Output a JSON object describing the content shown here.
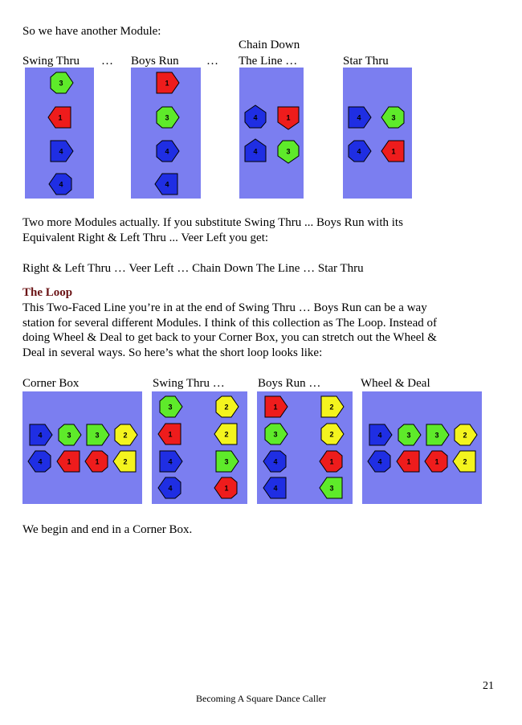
{
  "intro": "So we have another Module:",
  "module1": {
    "labels": {
      "swing": "Swing Thru",
      "dots1": "…",
      "boys": "Boys Run",
      "dots2": "…",
      "chain1": "Chain Down",
      "chain2": "The Line …",
      "star": "Star Thru"
    }
  },
  "para1": {
    "line1": "Two more Modules actually. If you substitute Swing Thru ... Boys Run with its",
    "line2": "Equivalent Right & Left Thru ... Veer Left you get:"
  },
  "sequence": "Right & Left Thru … Veer Left … Chain Down The Line … Star Thru",
  "loop": {
    "heading": "The Loop",
    "line1": "This Two-Faced Line you’re in at the end of Swing Thru … Boys Run can be a way",
    "line2": "station for several different Modules. I think of this collection as The Loop. Instead of",
    "line3": "doing Wheel & Deal to get back to your Corner Box, you can stretch out the Wheel &",
    "line4": "Deal in several ways. So here’s what the short loop looks like:"
  },
  "module2": {
    "labels": {
      "corner": "Corner Box",
      "swing": "Swing Thru …",
      "boys": "Boys Run …",
      "wheel": "Wheel & Deal"
    }
  },
  "closing": "We begin and end in a Corner Box.",
  "page_number": "21",
  "footer": "Becoming A Square Dance Caller",
  "colors": {
    "panel": "#7b7ef0",
    "red": "#ee1c1c",
    "green": "#5eea2a",
    "blue": "#1f2ee3",
    "yellow": "#f4f41e",
    "heading": "#6b1416"
  },
  "dancers": [
    {
      "n": "3",
      "c": "green",
      "s": "hex"
    },
    {
      "n": "1",
      "c": "red",
      "s": "square"
    },
    {
      "n": "4",
      "c": "blue",
      "s": "square"
    },
    {
      "n": "4",
      "c": "blue",
      "s": "hex"
    },
    {
      "n": "1",
      "c": "red",
      "s": "square"
    },
    {
      "n": "3",
      "c": "green",
      "s": "hex"
    },
    {
      "n": "4",
      "c": "blue",
      "s": "hex"
    },
    {
      "n": "4",
      "c": "blue",
      "s": "square"
    },
    {
      "n": "4",
      "c": "blue",
      "s": "hex"
    },
    {
      "n": "1",
      "c": "red",
      "s": "square"
    },
    {
      "n": "4",
      "c": "blue",
      "s": "square"
    },
    {
      "n": "3",
      "c": "green",
      "s": "hex"
    },
    {
      "n": "4",
      "c": "blue",
      "s": "square"
    },
    {
      "n": "3",
      "c": "green",
      "s": "hex"
    },
    {
      "n": "4",
      "c": "blue",
      "s": "hex"
    },
    {
      "n": "1",
      "c": "red",
      "s": "square"
    },
    {
      "n": "4",
      "c": "blue",
      "s": "square"
    },
    {
      "n": "3",
      "c": "green",
      "s": "hex"
    },
    {
      "n": "3",
      "c": "green",
      "s": "square"
    },
    {
      "n": "2",
      "c": "yellow",
      "s": "hex"
    },
    {
      "n": "4",
      "c": "blue",
      "s": "hex"
    },
    {
      "n": "1",
      "c": "red",
      "s": "square"
    },
    {
      "n": "1",
      "c": "red",
      "s": "hex"
    },
    {
      "n": "2",
      "c": "yellow",
      "s": "square"
    },
    {
      "n": "3",
      "c": "green",
      "s": "hex"
    },
    {
      "n": "2",
      "c": "yellow",
      "s": "hex"
    },
    {
      "n": "1",
      "c": "red",
      "s": "square"
    },
    {
      "n": "2",
      "c": "yellow",
      "s": "square"
    },
    {
      "n": "4",
      "c": "blue",
      "s": "square"
    },
    {
      "n": "3",
      "c": "green",
      "s": "square"
    },
    {
      "n": "4",
      "c": "blue",
      "s": "hex"
    },
    {
      "n": "1",
      "c": "red",
      "s": "hex"
    },
    {
      "n": "1",
      "c": "red",
      "s": "square"
    },
    {
      "n": "2",
      "c": "yellow",
      "s": "square"
    },
    {
      "n": "3",
      "c": "green",
      "s": "hex"
    },
    {
      "n": "2",
      "c": "yellow",
      "s": "hex"
    },
    {
      "n": "4",
      "c": "blue",
      "s": "hex"
    },
    {
      "n": "1",
      "c": "red",
      "s": "hex"
    },
    {
      "n": "4",
      "c": "blue",
      "s": "square"
    },
    {
      "n": "3",
      "c": "green",
      "s": "square"
    },
    {
      "n": "4",
      "c": "blue",
      "s": "square"
    },
    {
      "n": "3",
      "c": "green",
      "s": "hex"
    },
    {
      "n": "3",
      "c": "green",
      "s": "square"
    },
    {
      "n": "2",
      "c": "yellow",
      "s": "hex"
    },
    {
      "n": "4",
      "c": "blue",
      "s": "hex"
    },
    {
      "n": "1",
      "c": "red",
      "s": "square"
    },
    {
      "n": "1",
      "c": "red",
      "s": "hex"
    },
    {
      "n": "2",
      "c": "yellow",
      "s": "square"
    }
  ]
}
